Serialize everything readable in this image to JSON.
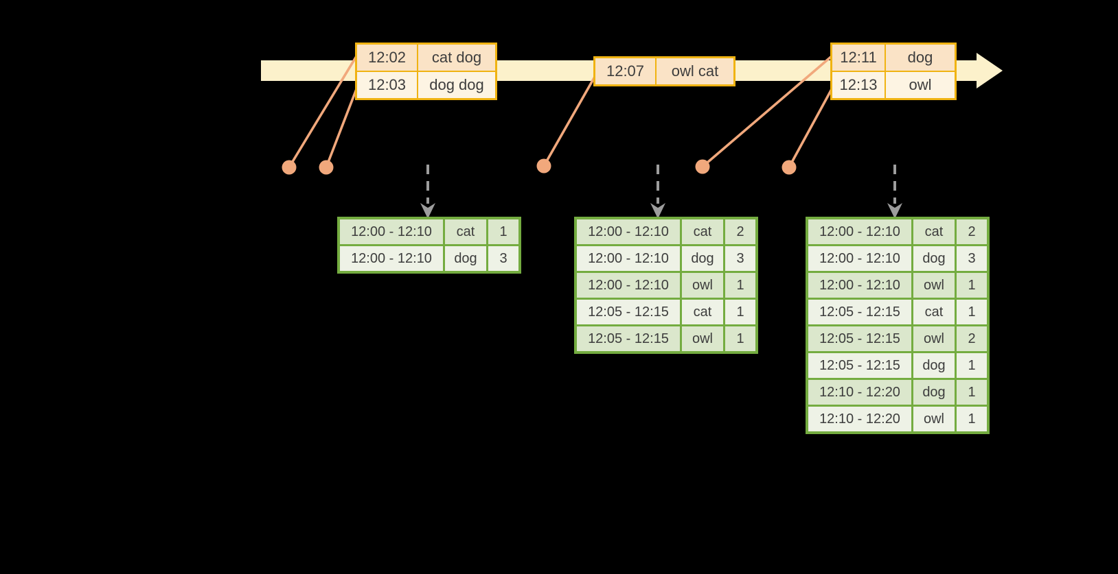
{
  "colors": {
    "background": "#000000",
    "timeline_band": "#fcf1cb",
    "event_border": "#f0b312",
    "event_row_a": "#fae3c6",
    "event_row_b": "#fdf4e3",
    "marker": "#f1a87c",
    "trigger_arrow": "#9d9d9d",
    "result_border": "#74ac40",
    "result_row_a": "#dbe7cc",
    "result_row_b": "#eef2e6",
    "text": "#3d3d3d"
  },
  "event_tables": [
    {
      "rows": [
        {
          "time": "12:02",
          "words": "cat dog"
        },
        {
          "time": "12:03",
          "words": "dog dog"
        }
      ]
    },
    {
      "rows": [
        {
          "time": "12:07",
          "words": "owl cat"
        }
      ]
    },
    {
      "rows": [
        {
          "time": "12:11",
          "words": "dog"
        },
        {
          "time": "12:13",
          "words": "owl"
        }
      ]
    }
  ],
  "result_tables": [
    {
      "rows": [
        {
          "window": "12:00 - 12:10",
          "word": "cat",
          "count": "1"
        },
        {
          "window": "12:00 - 12:10",
          "word": "dog",
          "count": "3"
        }
      ]
    },
    {
      "rows": [
        {
          "window": "12:00 - 12:10",
          "word": "cat",
          "count": "2"
        },
        {
          "window": "12:00 - 12:10",
          "word": "dog",
          "count": "3"
        },
        {
          "window": "12:00 - 12:10",
          "word": "owl",
          "count": "1"
        },
        {
          "window": "12:05 - 12:15",
          "word": "cat",
          "count": "1"
        },
        {
          "window": "12:05 - 12:15",
          "word": "owl",
          "count": "1"
        }
      ]
    },
    {
      "rows": [
        {
          "window": "12:00 - 12:10",
          "word": "cat",
          "count": "2"
        },
        {
          "window": "12:00 - 12:10",
          "word": "dog",
          "count": "3"
        },
        {
          "window": "12:00 - 12:10",
          "word": "owl",
          "count": "1"
        },
        {
          "window": "12:05 - 12:15",
          "word": "cat",
          "count": "1"
        },
        {
          "window": "12:05 - 12:15",
          "word": "owl",
          "count": "2"
        },
        {
          "window": "12:05 - 12:15",
          "word": "dog",
          "count": "1"
        },
        {
          "window": "12:10 - 12:20",
          "word": "dog",
          "count": "1"
        },
        {
          "window": "12:10 - 12:20",
          "word": "owl",
          "count": "1"
        }
      ]
    }
  ]
}
